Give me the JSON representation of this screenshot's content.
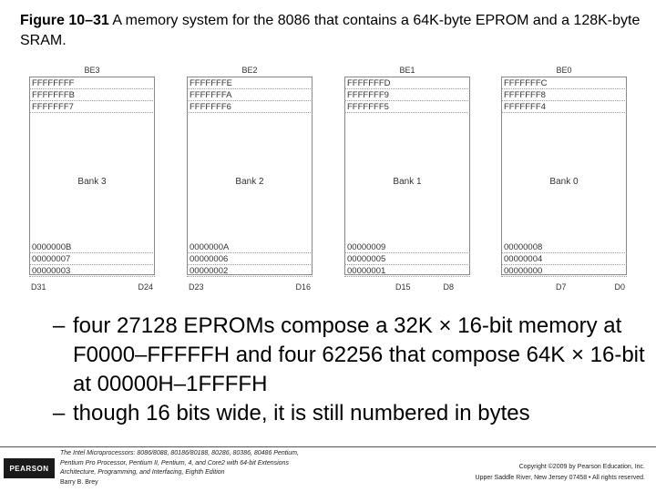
{
  "caption": {
    "label": "Figure 10–31",
    "text": "A memory system for the 8086 that contains a 64K-byte EPROM and a 128K-byte SRAM."
  },
  "banks": [
    {
      "enable": "BE3",
      "top": [
        "FFFFFFFF",
        "FFFFFFFB",
        "FFFFFFF7"
      ],
      "name": "Bank 3",
      "bottom": [
        "0000000B",
        "00000007",
        "00000003"
      ],
      "d_high": "D31",
      "d_low": "D24"
    },
    {
      "enable": "BE2",
      "top": [
        "FFFFFFFE",
        "FFFFFFFA",
        "FFFFFFF6"
      ],
      "name": "Bank 2",
      "bottom": [
        "0000000A",
        "00000006",
        "00000002"
      ],
      "d_high": "D23",
      "d_low": "D16"
    },
    {
      "enable": "BE1",
      "top": [
        "FFFFFFFD",
        "FFFFFFF9",
        "FFFFFFF5"
      ],
      "name": "Bank 1",
      "bottom": [
        "00000009",
        "00000005",
        "00000001"
      ],
      "d_high": "D15",
      "d_low": "D8"
    },
    {
      "enable": "BE0",
      "top": [
        "FFFFFFFC",
        "FFFFFFF8",
        "FFFFFFF4"
      ],
      "name": "Bank 0",
      "bottom": [
        "00000008",
        "00000004",
        "00000000"
      ],
      "d_high": "D7",
      "d_low": "D0"
    }
  ],
  "bullets": [
    {
      "dash": "–",
      "text": "four 27128 EPROMs compose a 32K × 16-bit memory at F0000–FFFFFH and four 62256 that compose 64K × 16-bit at 00000H–1FFFFH"
    },
    {
      "dash": "–",
      "text": "though 16 bits wide, it is still numbered in bytes"
    }
  ],
  "footer": {
    "logo": "PEARSON",
    "book_line1": "The Intel Microprocessors: 8086/8088, 80186/80188, 80286, 80386, 80486 Pentium,",
    "book_line2": "Pentium Pro Processor, Pentium II, Pentium, 4, and Core2 with 64-bit Extensions",
    "book_line3": "Architecture, Programming, and Interfacing, Eighth Edition",
    "author": "Barry B. Brey",
    "copyright_line1": "Copyright ©2009 by Pearson Education, Inc.",
    "copyright_line2": "Upper Saddle River, New Jersey 07458 • All rights reserved."
  }
}
